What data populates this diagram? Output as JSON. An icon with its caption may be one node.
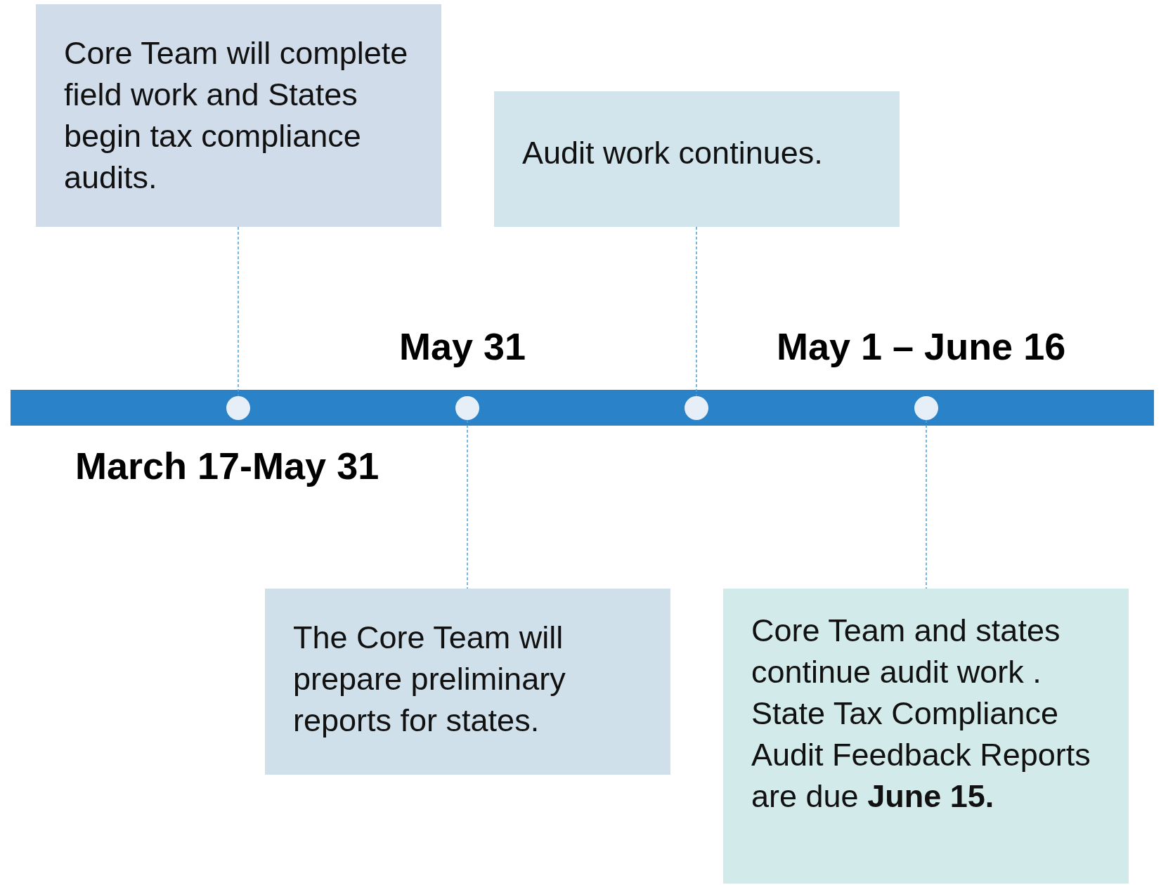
{
  "diagram": {
    "nodes": [
      {
        "text": [
          "Core Team will complete field work and States begin tax compliance audits."
        ]
      },
      {
        "text": [
          "Audit work continues."
        ]
      },
      {
        "text": [],
        "shape": "circle",
        "beside": [
          "March 17-May 31"
        ]
      },
      {
        "text": [],
        "shape": "circle",
        "beside": [
          "May 31"
        ]
      },
      {
        "text": [],
        "shape": "circle"
      },
      {
        "text": [],
        "shape": "circle",
        "beside": [
          "May 1 – June 16"
        ]
      },
      {
        "text": [
          "The Core Team will prepare preliminary reports for states."
        ]
      },
      {
        "text": [
          "Core Team and states continue audit work . State Tax Compliance Audit Feedback Reports are due **June 15.**"
        ]
      }
    ],
    "edges": [
      {
        "from": 0,
        "to": 2,
        "arrow": "none",
        "style": "dashed"
      },
      {
        "from": 1,
        "to": 4,
        "arrow": "none",
        "style": "dashed"
      },
      {
        "from": 3,
        "to": 6,
        "arrow": "none",
        "style": "dashed"
      },
      {
        "from": 5,
        "to": 7,
        "arrow": "none",
        "style": "dashed"
      }
    ]
  }
}
